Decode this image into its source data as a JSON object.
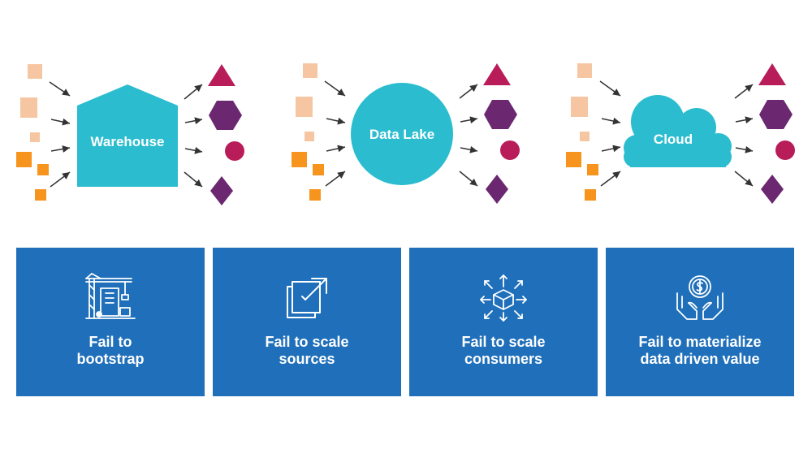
{
  "colors": {
    "hub": "#2bbdcf",
    "source_light": "#f6c6a2",
    "source_dark": "#f7941d",
    "triangle": "#b81d5a",
    "hexagon": "#6b2870",
    "circle": "#b81d5a",
    "diamond": "#6b2870",
    "arrow": "#333333",
    "card": "#1f6fba"
  },
  "hubs": [
    {
      "label": "Warehouse",
      "shape": "house"
    },
    {
      "label": "Data Lake",
      "shape": "circle"
    },
    {
      "label": "Cloud",
      "shape": "cloud"
    }
  ],
  "cards": [
    {
      "icon": "construction-crane-icon",
      "lines": [
        "Fail to",
        "bootstrap"
      ]
    },
    {
      "icon": "external-expand-icon",
      "lines": [
        "Fail to scale",
        "sources"
      ]
    },
    {
      "icon": "box-distribution-icon",
      "lines": [
        "Fail to scale",
        "consumers"
      ]
    },
    {
      "icon": "hands-money-icon",
      "lines": [
        "Fail to materialize",
        "data driven value"
      ]
    }
  ]
}
